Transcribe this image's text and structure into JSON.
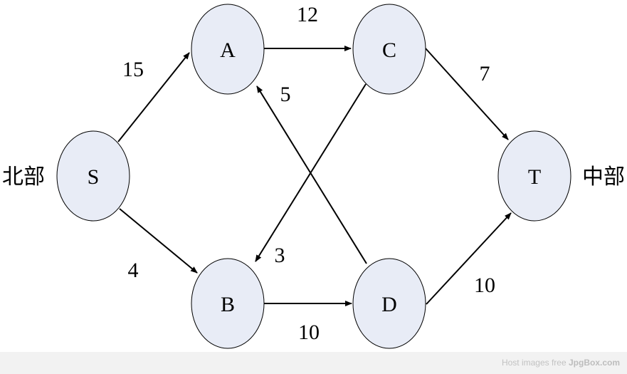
{
  "nodes": [
    {
      "id": "S",
      "label": "S"
    },
    {
      "id": "A",
      "label": "A"
    },
    {
      "id": "B",
      "label": "B"
    },
    {
      "id": "C",
      "label": "C"
    },
    {
      "id": "D",
      "label": "D"
    },
    {
      "id": "T",
      "label": "T"
    }
  ],
  "edges": [
    {
      "from": "S",
      "to": "A",
      "capacity": "15"
    },
    {
      "from": "S",
      "to": "B",
      "capacity": "4"
    },
    {
      "from": "A",
      "to": "C",
      "capacity": "12"
    },
    {
      "from": "C",
      "to": "T",
      "capacity": "7"
    },
    {
      "from": "D",
      "to": "A",
      "capacity": "5"
    },
    {
      "from": "C",
      "to": "B",
      "capacity": "3"
    },
    {
      "from": "B",
      "to": "D",
      "capacity": "10"
    },
    {
      "from": "D",
      "to": "T",
      "capacity": "10"
    }
  ],
  "source_label": "北部",
  "sink_label": "中部",
  "watermark": {
    "prefix": "Host images free ",
    "brand": "JpgBox.com"
  },
  "colors": {
    "node_fill": "#e8ecf6",
    "stroke": "#000000"
  }
}
